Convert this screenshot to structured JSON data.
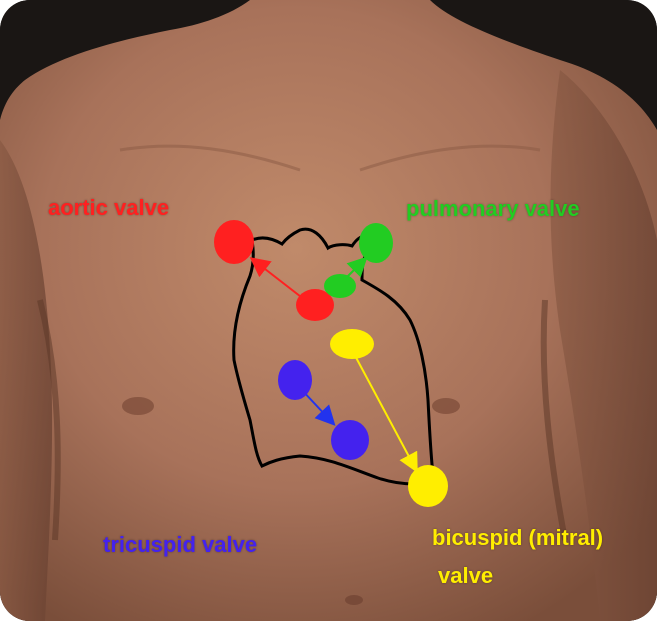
{
  "labels": {
    "aortic": "aortic valve",
    "pulmonary": "pulmonary valve",
    "tricuspid": "tricuspid valve",
    "bicuspid_line1": "bicuspid (mitral)",
    "bicuspid_line2": "valve"
  },
  "colors": {
    "aortic": "#ff2020",
    "pulmonary": "#22cc22",
    "tricuspid": "#4422ee",
    "bicuspid": "#ffee00",
    "skin": "#b07a5c",
    "background": "#1a1614",
    "heart_outline": "#000000"
  }
}
